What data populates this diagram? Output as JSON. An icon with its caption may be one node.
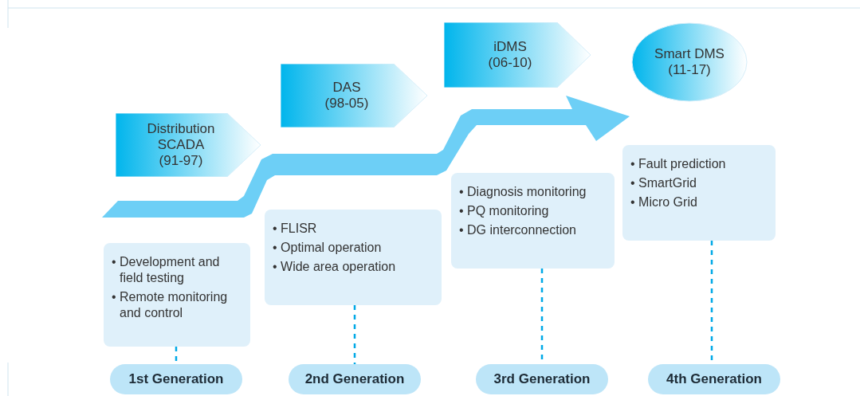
{
  "diagram": {
    "nodes": [
      {
        "text": [
          "Distribution SCADA",
          "(91-97)"
        ]
      },
      {
        "text": [
          "DAS",
          "(98-05)"
        ]
      },
      {
        "text": [
          "iDMS",
          "(06-10)"
        ]
      },
      {
        "text": [
          "Smart DMS",
          "(11-17)"
        ]
      },
      {
        "text": [
          "• Development and field testing",
          "• Remote monitoring and control"
        ]
      },
      {
        "text": [
          "• FLISR",
          "• Optimal operation",
          "• Wide area operation"
        ]
      },
      {
        "text": [
          "• Diagnosis monitoring",
          "• PQ monitoring",
          "• DG interconnection"
        ]
      },
      {
        "text": [
          "• Fault prediction",
          "• SmartGrid",
          "• Micro Grid"
        ]
      },
      {
        "text": [
          "1st Generation"
        ]
      },
      {
        "text": [
          "2nd Generation"
        ]
      },
      {
        "text": [
          "3rd Generation"
        ]
      },
      {
        "text": [
          "4th Generation"
        ]
      }
    ],
    "edges": [
      {
        "from": 4,
        "to": 8,
        "arrow": "none",
        "style": "dashed"
      },
      {
        "from": 5,
        "to": 9,
        "arrow": "none",
        "style": "dashed"
      },
      {
        "from": 6,
        "to": 10,
        "arrow": "none",
        "style": "dashed"
      },
      {
        "from": 7,
        "to": 11,
        "arrow": "none",
        "style": "dashed"
      }
    ]
  }
}
